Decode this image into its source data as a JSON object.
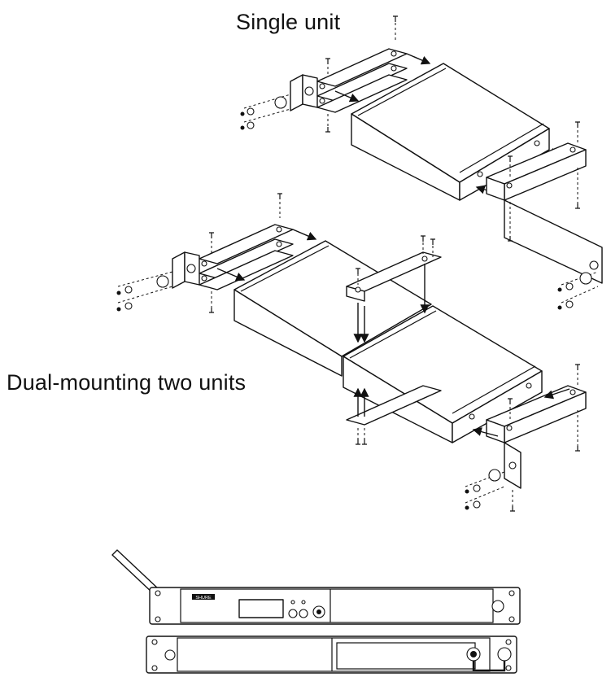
{
  "labels": {
    "single": "Single unit",
    "dual": "Dual-mounting two units"
  },
  "panel_brand": "SHURE"
}
